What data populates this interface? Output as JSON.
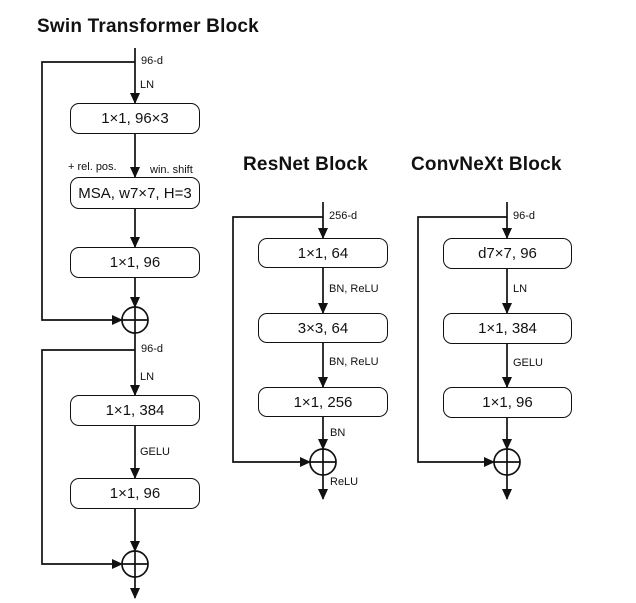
{
  "colors": {
    "ink": "#111111",
    "background": "#ffffff"
  },
  "swin": {
    "title": "Swin Transformer Block",
    "input_dim": "96-d",
    "ln1": "LN",
    "conv1": "1×1, 96×3",
    "rel_pos": "+ rel. pos.",
    "win_shift": "win. shift",
    "msa": "MSA, w7×7, H=3",
    "conv2": "1×1, 96",
    "mid_dim": "96-d",
    "ln2": "LN",
    "conv3": "1×1, 384",
    "gelu": "GELU",
    "conv4": "1×1, 96"
  },
  "resnet": {
    "title": "ResNet Block",
    "input_dim": "256-d",
    "conv1": "1×1, 64",
    "bn_relu_1": "BN, ReLU",
    "conv2": "3×3, 64",
    "bn_relu_2": "BN, ReLU",
    "conv3": "1×1, 256",
    "bn": "BN",
    "relu": "ReLU"
  },
  "convnext": {
    "title": "ConvNeXt Block",
    "input_dim": "96-d",
    "conv1": "d7×7, 96",
    "ln": "LN",
    "conv2": "1×1, 384",
    "gelu": "GELU",
    "conv3": "1×1, 96"
  }
}
